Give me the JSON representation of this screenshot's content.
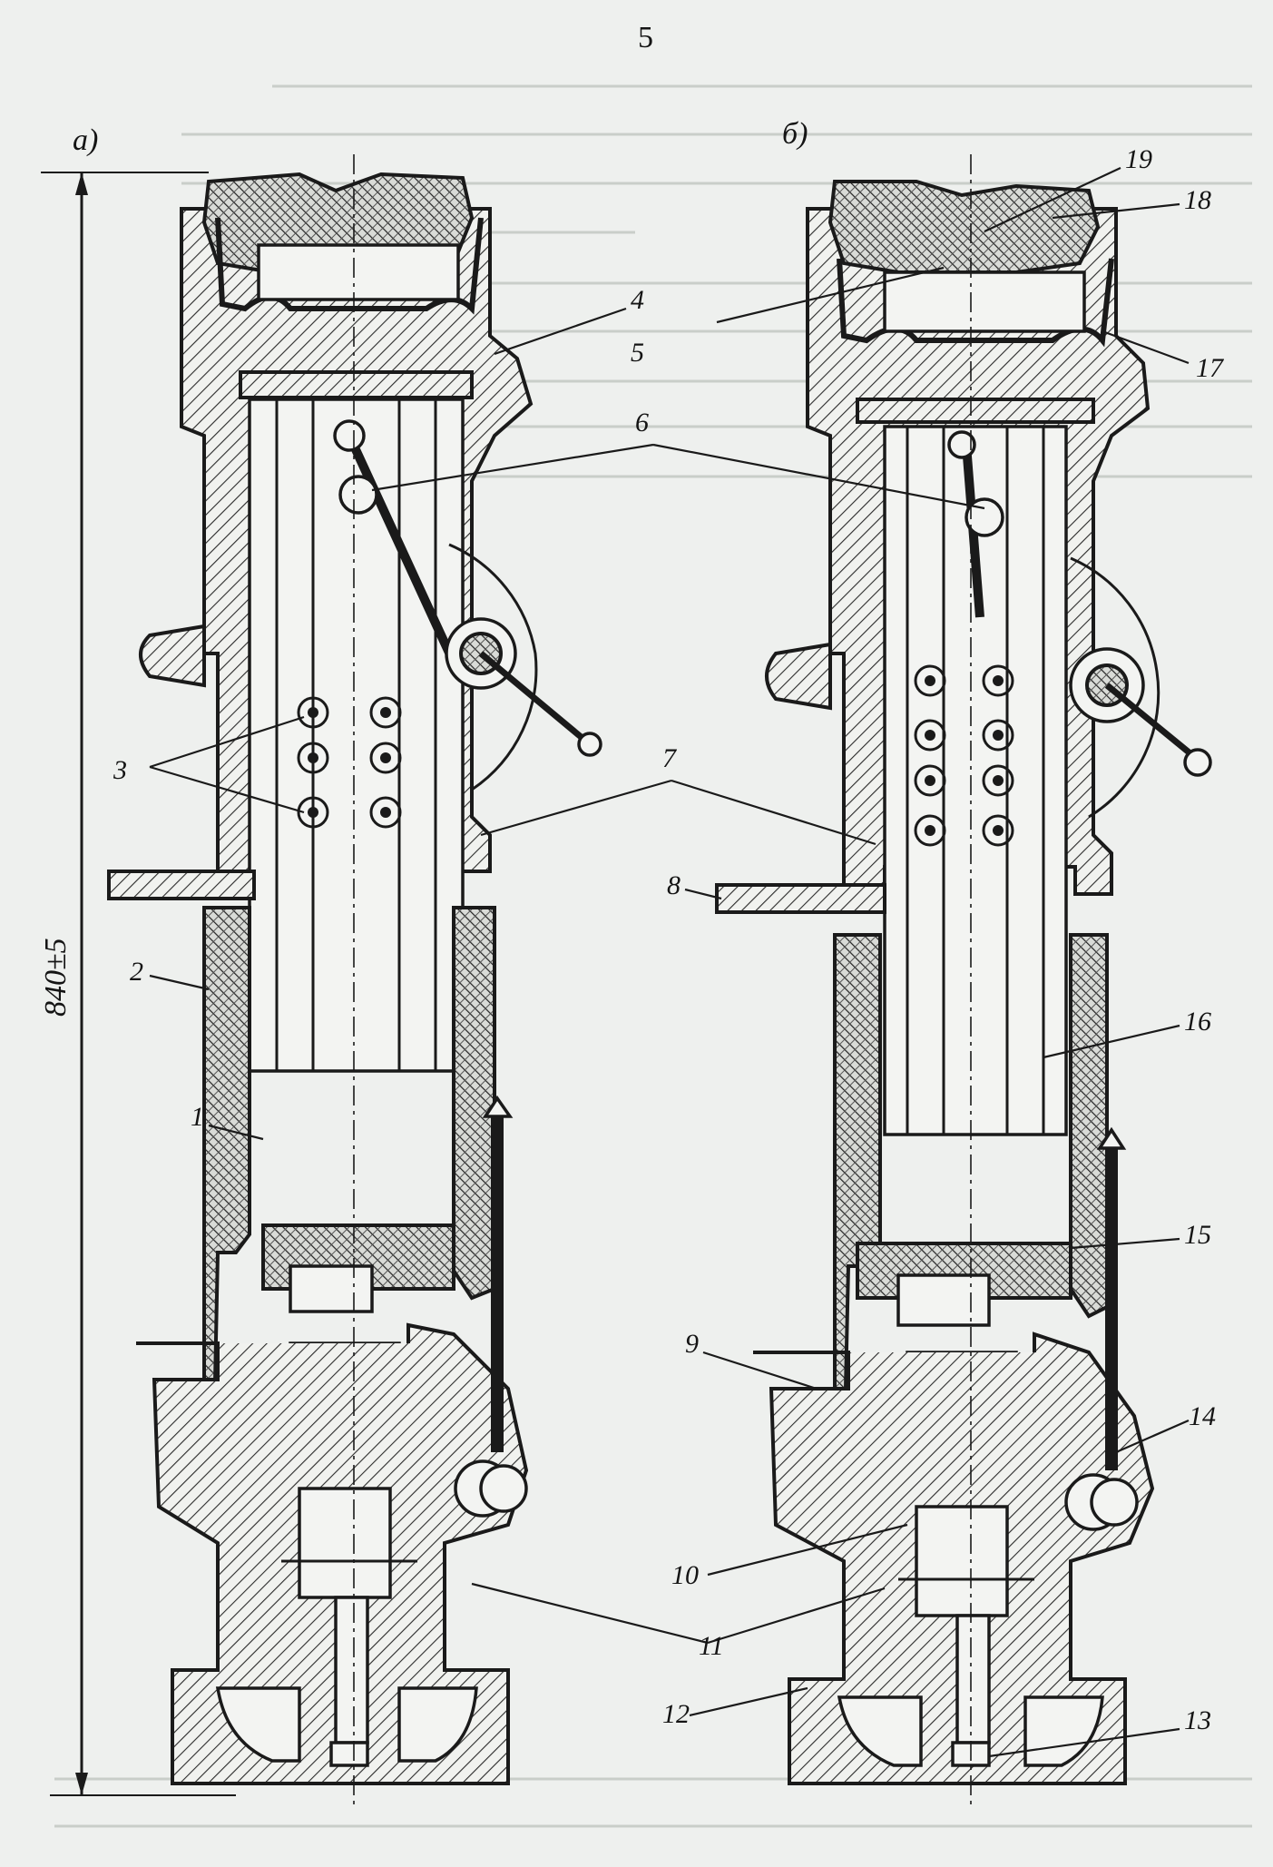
{
  "page_number": "5",
  "views": [
    {
      "id": "a",
      "label": "а)"
    },
    {
      "id": "b",
      "label": "б)"
    }
  ],
  "dimension": {
    "text": "840±5"
  },
  "callouts": {
    "1": "1",
    "2": "2",
    "3": "3",
    "4": "4",
    "5": "5",
    "6": "6",
    "7": "7",
    "8": "8",
    "9": "9",
    "10": "10",
    "11": "11",
    "12": "12",
    "13": "13",
    "14": "14",
    "15": "15",
    "16": "16",
    "17": "17",
    "18": "18",
    "19": "19"
  },
  "colors": {
    "paper": "#eef0ee",
    "ink": "#1a1a1a",
    "bleed": "#c9cec9"
  }
}
